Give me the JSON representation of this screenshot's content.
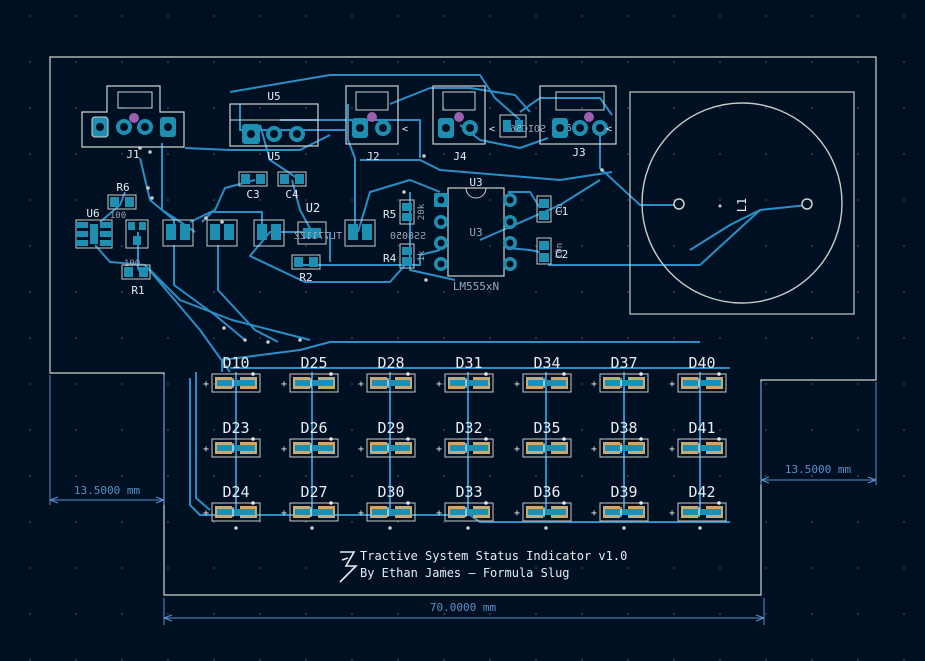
{
  "colors": {
    "background": "#001023",
    "edge": "#D0D2CD",
    "track": "#2B8FC7",
    "pad": "#1E8FB0",
    "pad_smd": "#C8A873",
    "silk": "#E8ECF2",
    "silk_dim": "#9AA6B8",
    "dimension": "#5E8FC9",
    "courtyard": "#C9CBC6",
    "via": "#9A5FB0",
    "grid_dot": "#3E4E68"
  },
  "connectors": {
    "j1": "J1",
    "j2": "J2",
    "j3": "J3",
    "j4": "J4",
    "j5": "J5",
    "u5_top": "U5",
    "u5_bottom": "U5",
    "c3": "C3",
    "c4": "C4"
  },
  "parts": {
    "r6": "R6",
    "u6": "U6",
    "u2": "U2",
    "r1": "R1",
    "r2": "R2",
    "r1_value": "100",
    "r6_value": "100",
    "r5": "R5",
    "r4": "R4",
    "c1": "C1",
    "c2": "C2",
    "u3_top": "U3",
    "u3_inner": "U3",
    "u3_value": "LM555xN",
    "l1": "L1",
    "mirror_text_1": "TL7711ZZ",
    "mirror_text_2": "SS8050",
    "r5_value": "20k",
    "r4_value": "1k",
    "c1_value": "1u",
    "c2_value": "10n"
  },
  "leds": [
    [
      "D10",
      "D25",
      "D28",
      "D31",
      "D34",
      "D37",
      "D40"
    ],
    [
      "D23",
      "D26",
      "D29",
      "D32",
      "D35",
      "D38",
      "D41"
    ],
    [
      "D24",
      "D27",
      "D30",
      "D33",
      "D36",
      "D39",
      "D42"
    ]
  ],
  "dimensions": {
    "left": "13.5000 mm",
    "right": "13.5000 mm",
    "bottom": "70.0000 mm"
  },
  "title_block": {
    "line1": "Tractive System Status Indicator v1.0",
    "line2": "By Ethan James — Formula Slug"
  }
}
